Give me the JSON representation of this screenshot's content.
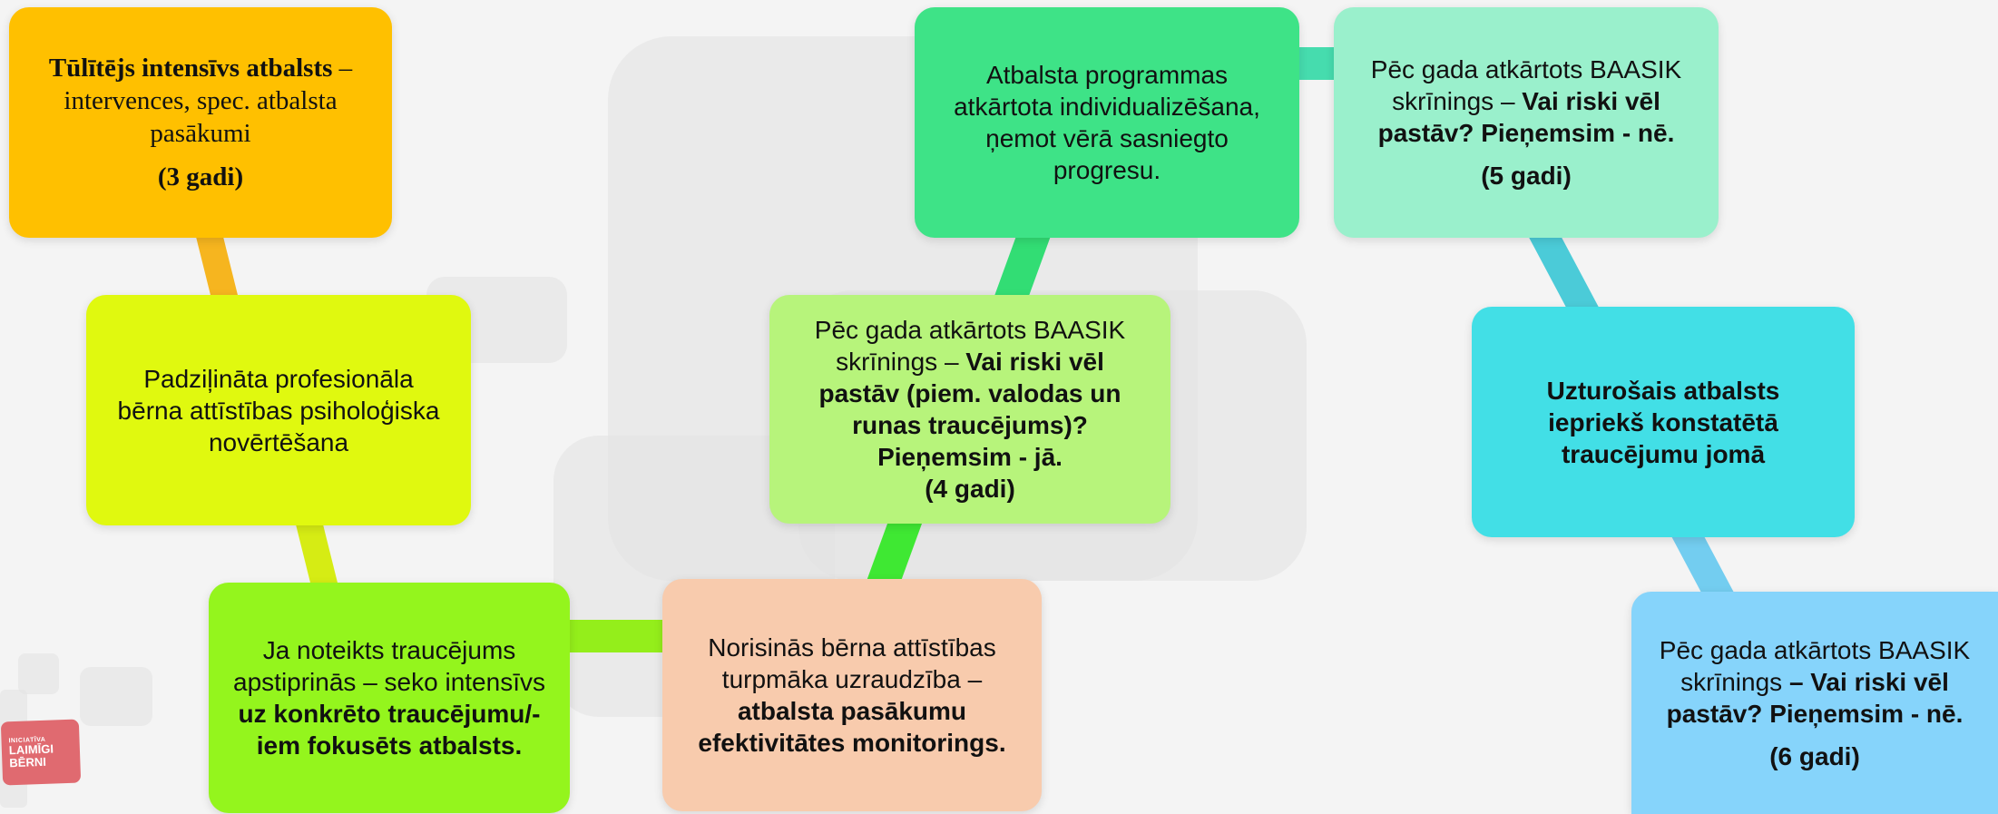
{
  "steps": {
    "s1": {
      "color": "#ffc000",
      "bold": "Tūlītējs intensīvs atbalsts",
      "rest": " – intervences, spec. atbalsta pasākumi",
      "years": "(3 gadi)"
    },
    "s2": {
      "color": "#e0f90f",
      "text": "Padziļināta profesionāla bērna attīstības psiholoģiska novērtēšana"
    },
    "s3": {
      "color": "#94f51d",
      "line1": "Ja noteikts traucējums apstiprinās – seko intensīvs ",
      "bold": "uz konkrēto traucējumu/-iem fokusēts atbalsts."
    },
    "s4": {
      "color": "#f8cbad",
      "line1": "Norisinās bērna attīstības turpmāka uzraudzība – ",
      "bold": "atbalsta pasākumu efektivitātes monitorings."
    },
    "s5": {
      "color": "#b7f47b",
      "line1": "Pēc gada atkārtots BAASIK skrīnings – ",
      "bold": "Vai riski vēl pastāv (piem. valodas un runas traucējums)? Pieņemsim - jā.",
      "years": "(4 gadi)"
    },
    "s6": {
      "color": "#3ee387",
      "text": "Atbalsta programmas atkārtota individualizēšana, ņemot vērā sasniegto progresu."
    },
    "s7": {
      "color": "#9af0cc",
      "line1": "Pēc gada atkārtots BAASIK skrīnings – ",
      "bold": "Vai riski vēl pastāv? Pieņemsim - nē.",
      "years": "(5 gadi)"
    },
    "s8": {
      "color": "#42dfe6",
      "bold": "Uzturošais atbalsts iepriekš konstatētā traucējumu jomā"
    },
    "s9": {
      "color": "#86d4fb",
      "line1": "Pēc gada atkārtots BAASIK skrīnings ",
      "bold": "– Vai riski vēl pastāv? Pieņemsim - nē.",
      "years": "(6 gadi)"
    }
  },
  "logo": {
    "small": "INICIATĪVA",
    "line1": "LAIMĪGI",
    "line2": "BĒRNI"
  }
}
